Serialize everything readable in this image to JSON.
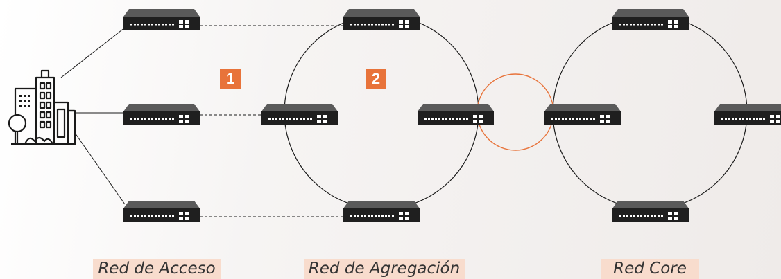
{
  "colors": {
    "accent": "#E8733A",
    "label_bg": "#F8DCCD",
    "device": "#1F1F1F",
    "line": "#1A1A1A"
  },
  "icons": {
    "site": "building-icon",
    "device": "network-switch-icon"
  },
  "badges": [
    "1",
    "2"
  ],
  "labels": {
    "access": "Red de Acceso",
    "aggregation": "Red de Agregación",
    "core": "Red Core"
  }
}
